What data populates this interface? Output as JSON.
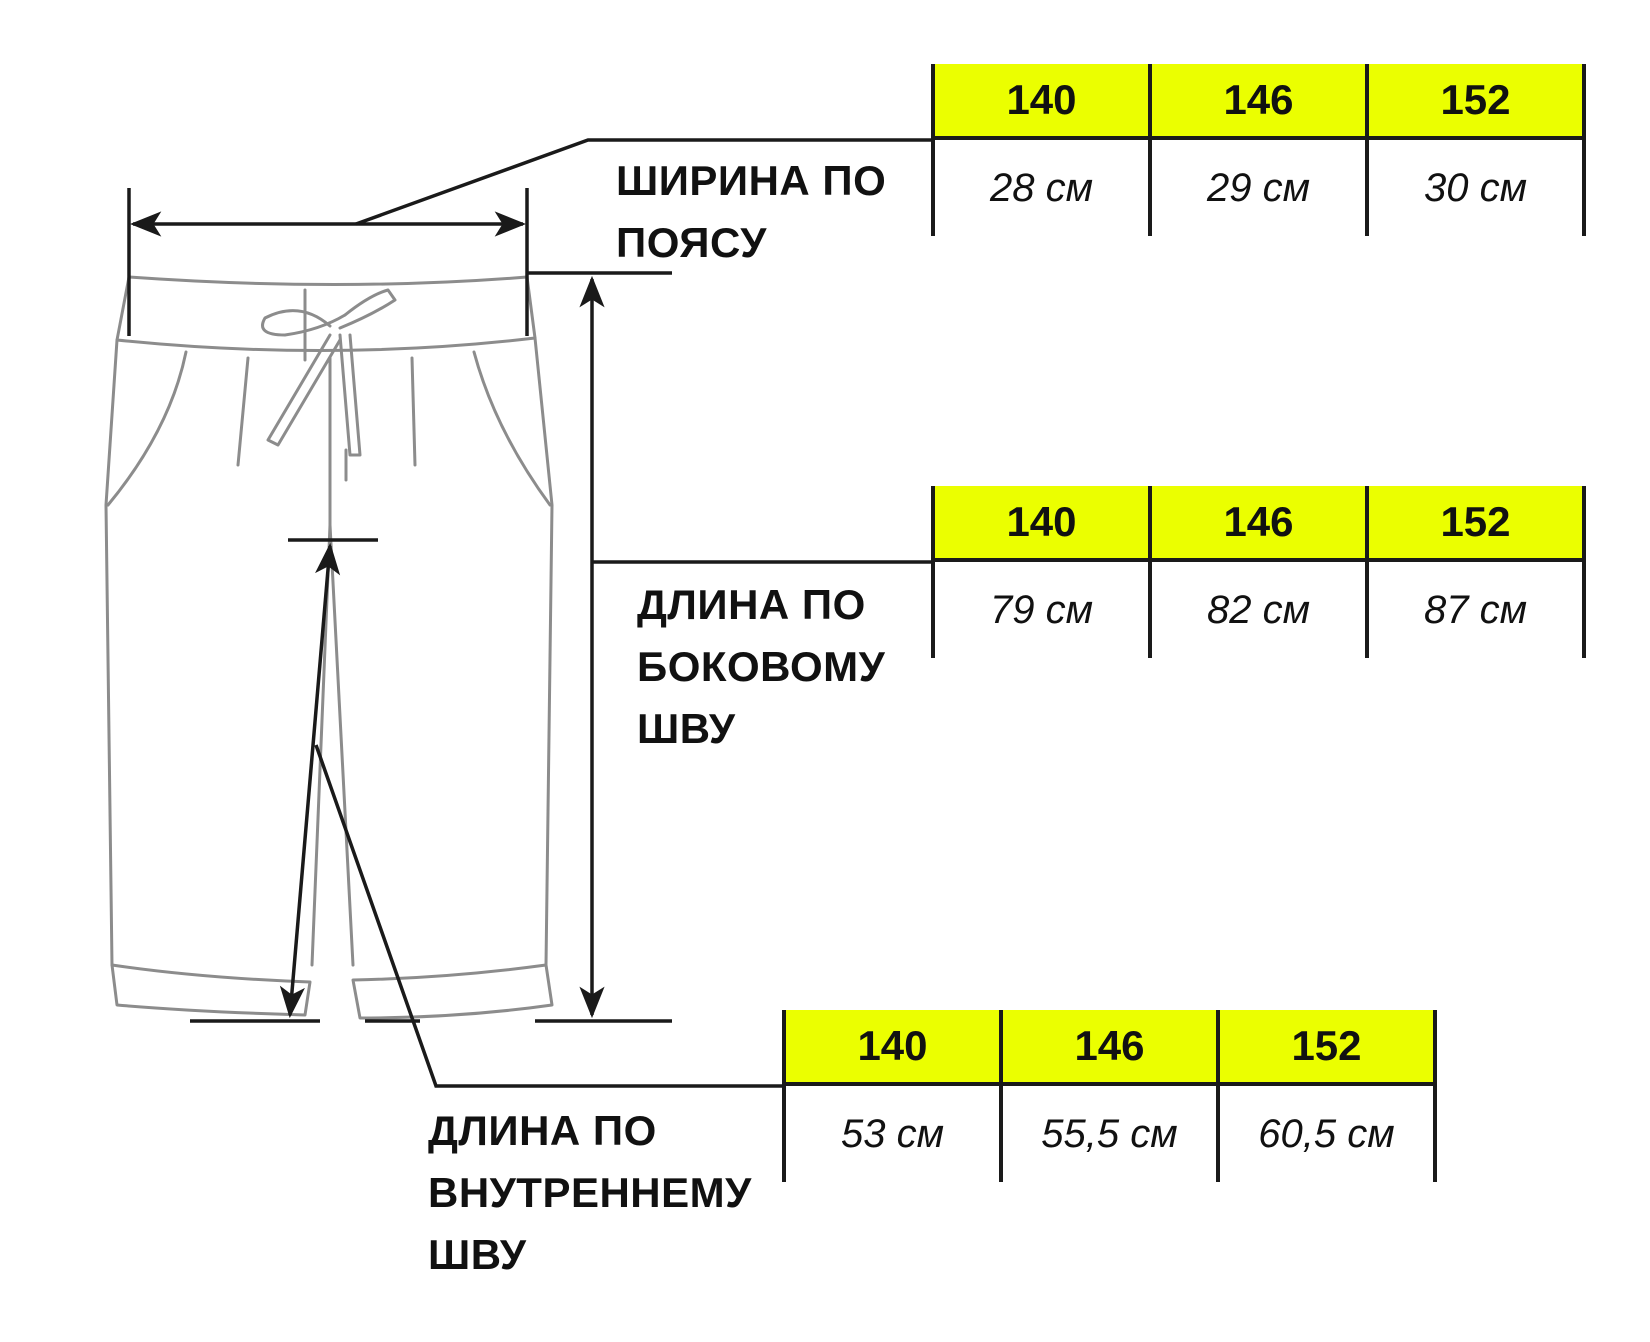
{
  "measurements": [
    {
      "id": "waist",
      "label_lines": [
        "ШИРИНА ПО",
        "ПОЯСУ"
      ],
      "sizes": [
        "140",
        "146",
        "152"
      ],
      "values": [
        "28 см",
        "29 см",
        "30 см"
      ]
    },
    {
      "id": "side",
      "label_lines": [
        "ДЛИНА ПО",
        "БОКОВОМУ",
        "ШВУ"
      ],
      "sizes": [
        "140",
        "146",
        "152"
      ],
      "values": [
        "79 см",
        "82 см",
        "87 см"
      ]
    },
    {
      "id": "inseam",
      "label_lines": [
        "ДЛИНА ПО",
        "ВНУТРЕННЕМУ",
        "ШВУ"
      ],
      "sizes": [
        "140",
        "146",
        "152"
      ],
      "values": [
        "53 см",
        "55,5 см",
        "60,5 см"
      ]
    }
  ],
  "colors": {
    "header_fill": "#ebff00",
    "line": "#1a1a1a",
    "garment_outline": "#8c8c8c"
  }
}
